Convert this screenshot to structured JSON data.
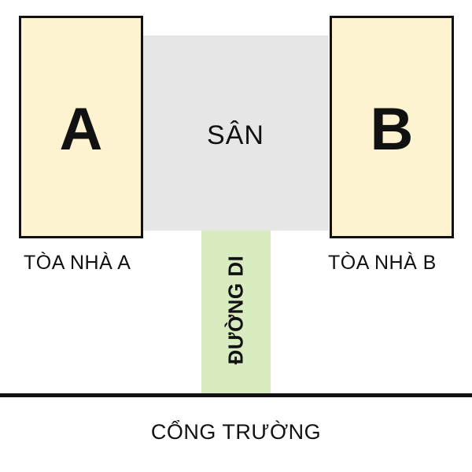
{
  "courtyard": {
    "label": "SÂN",
    "color": "#e6e6e6"
  },
  "building_a": {
    "letter": "A",
    "caption": "TÒA NHÀ A",
    "fill": "#fdf3d0"
  },
  "building_b": {
    "letter": "B",
    "caption": "TÒA NHÀ B",
    "fill": "#fdf3d0"
  },
  "walkway": {
    "label": "ĐƯỜNG DI",
    "color": "#d9ecc0"
  },
  "gate": {
    "label": "CỔNG TRƯỜNG"
  }
}
